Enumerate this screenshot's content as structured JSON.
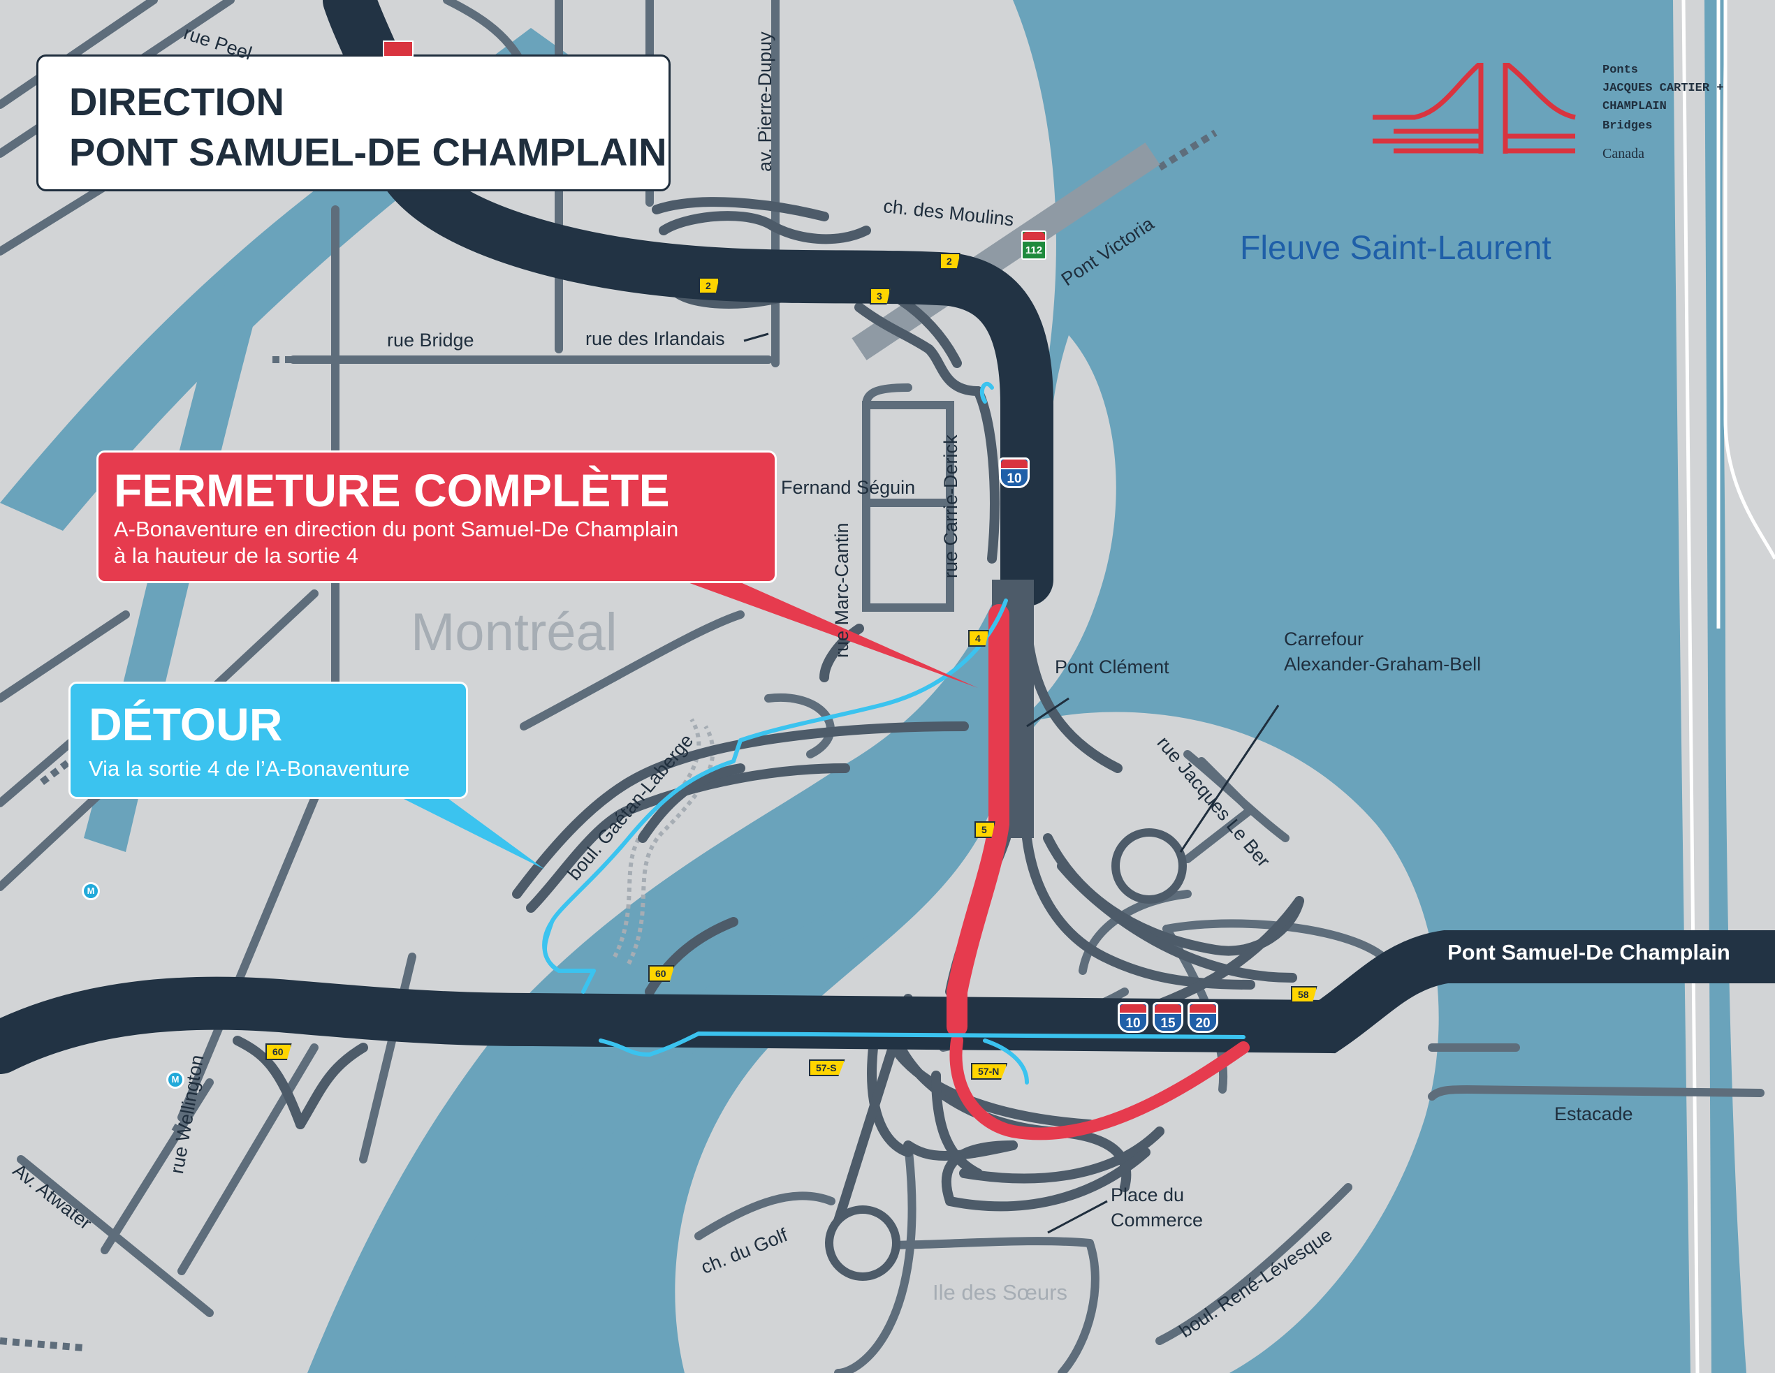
{
  "header": {
    "line1": "DIRECTION",
    "line2": "PONT SAMUEL-DE CHAMPLAIN"
  },
  "logo": {
    "line1": "Ponts",
    "line2": "JACQUES CARTIER +",
    "line3": "CHAMPLAIN",
    "line4": "Bridges",
    "line5": "Canada"
  },
  "closure": {
    "title": "FERMETURE COMPLÈTE",
    "line1": "A-Bonaventure en direction du pont Samuel-De Champlain",
    "line2": "à la hauteur de la sortie 4"
  },
  "detour": {
    "title": "DÉTOUR",
    "line1": "Via la sortie 4 de l’A-Bonaventure"
  },
  "places": {
    "montreal": "Montréal",
    "fleuve": "Fleuve Saint-Laurent",
    "ile": "Ile des Sœurs"
  },
  "streets": {
    "peel": "rue Peel",
    "pierre_dupuy": "av. Pierre-Dupuy",
    "moulins": "ch. des Moulins",
    "pont_victoria": "Pont Victoria",
    "bridge": "rue Bridge",
    "irlandais": "rue des Irlandais",
    "fernand": "Fernand Séguin",
    "carrie": "rue Carrie-Derick",
    "marc_cantin": "rue Marc-Cantin",
    "pont_clement": "Pont Clément",
    "carrefour1": "Carrefour",
    "carrefour2": "Alexander-Graham-Bell",
    "jacques_le_ber": "rue Jacques Le Ber",
    "gaetan": "boul. Gaétan-Laberge",
    "pont_sdc": "Pont Samuel-De Champlain",
    "estacade": "Estacade",
    "wellington": "rue Wellington",
    "atwater": "Av. Atwater",
    "golf": "ch. du Golf",
    "commerce1": "Place du",
    "commerce2": "Commerce",
    "rene": "boul. René-Lévesque"
  },
  "routes": {
    "r112": "112",
    "a10_top": "10",
    "a10": "10",
    "a15": "15",
    "a20": "20"
  },
  "exits": {
    "e2a": "2",
    "e2b": "2",
    "e3": "3",
    "e4": "4",
    "e5": "5",
    "e60a": "60",
    "e60b": "60",
    "e57s": "57-S",
    "e57n": "57-N",
    "e58": "58"
  },
  "metro_symbol": "M",
  "colors": {
    "water": "#6aa3bb",
    "land": "#d2d4d6",
    "highway": "#223344",
    "road": "#5e6d7b",
    "closure": "#e63b4e",
    "detour": "#3bc3ef",
    "label": "#1f2e3d",
    "fleuve_label": "#1f5fa8"
  }
}
